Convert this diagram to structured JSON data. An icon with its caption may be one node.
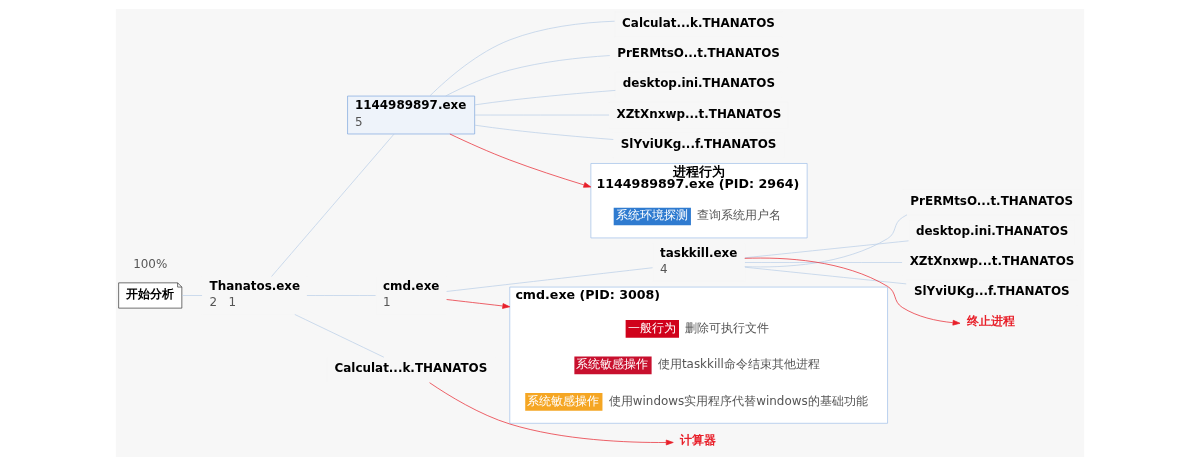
{
  "diagram": {
    "nodes": [
      {
        "text": [
          "开始分析"
        ]
      },
      {
        "text": [
          "Thanatos.exe",
          "2",
          "1"
        ]
      },
      {
        "text": [
          "1144989897.exe",
          "5"
        ]
      },
      {
        "text": [
          "cmd.exe",
          "1"
        ]
      },
      {
        "text": [
          "Calculat...k.THANATOS"
        ]
      },
      {
        "text": [
          "Calculat...k.THANATOS"
        ]
      },
      {
        "text": [
          "PrERMtsO...t.THANATOS"
        ]
      },
      {
        "text": [
          "desktop.ini.THANATOS"
        ]
      },
      {
        "text": [
          "XZtXnxwp...t.THANATOS"
        ]
      },
      {
        "text": [
          "SlYviUKg...f.THANATOS"
        ]
      },
      {
        "text": [
          "taskkill.exe",
          "4"
        ]
      },
      {
        "text": [
          "PrERMtsO...t.THANATOS"
        ]
      },
      {
        "text": [
          "desktop.ini.THANATOS"
        ]
      },
      {
        "text": [
          "XZtXnxwp...t.THANATOS"
        ]
      },
      {
        "text": [
          "SlYviUKg...f.THANATOS"
        ]
      },
      {
        "text": [
          "进程行为",
          "1144989897.exe (PID: 2964)"
        ]
      },
      {
        "text": [
          "系统环境探测"
        ],
        "beside": [
          "查询系统用户名"
        ],
        "in": 15
      },
      {
        "text": [
          "cmd.exe (PID: 3008)"
        ]
      },
      {
        "text": [
          "一般行为"
        ],
        "beside": [
          "删除可执行文件"
        ],
        "in": 17
      },
      {
        "text": [
          "系统敏感操作"
        ],
        "beside": [
          "使用taskkill命令结束其他进程"
        ],
        "in": 17
      },
      {
        "text": [
          "系统敏感操作"
        ],
        "beside": [
          "使用windows实用程序代替windows的基础功能"
        ],
        "in": 17
      },
      {
        "text": [
          "计算器"
        ]
      },
      {
        "text": [
          "终止进程"
        ]
      }
    ],
    "edges": [
      {
        "from": 0,
        "to": 1,
        "arrow": "none"
      },
      {
        "from": 1,
        "to": 2,
        "arrow": "none"
      },
      {
        "from": 1,
        "to": 3,
        "arrow": "none"
      },
      {
        "from": 1,
        "to": 4,
        "arrow": "none"
      },
      {
        "from": 2,
        "to": 5,
        "arrow": "none"
      },
      {
        "from": 2,
        "to": 6,
        "arrow": "none"
      },
      {
        "from": 2,
        "to": 7,
        "arrow": "none"
      },
      {
        "from": 2,
        "to": 8,
        "arrow": "none"
      },
      {
        "from": 2,
        "to": 9,
        "arrow": "none"
      },
      {
        "from": 3,
        "to": 10,
        "arrow": "none"
      },
      {
        "from": 10,
        "to": 11,
        "arrow": "none"
      },
      {
        "from": 10,
        "to": 12,
        "arrow": "none"
      },
      {
        "from": 10,
        "to": 13,
        "arrow": "none"
      },
      {
        "from": 10,
        "to": 14,
        "arrow": "none"
      },
      {
        "from": 2,
        "to": 15,
        "arrow": "to",
        "color": "#e8202a"
      },
      {
        "from": 3,
        "to": 17,
        "arrow": "to",
        "color": "#e8202a"
      },
      {
        "from": 4,
        "to": 21,
        "arrow": "to",
        "color": "#e8202a"
      },
      {
        "from": 10,
        "to": 22,
        "arrow": "to",
        "color": "#e8202a"
      }
    ],
    "labels": [
      "100%"
    ]
  }
}
